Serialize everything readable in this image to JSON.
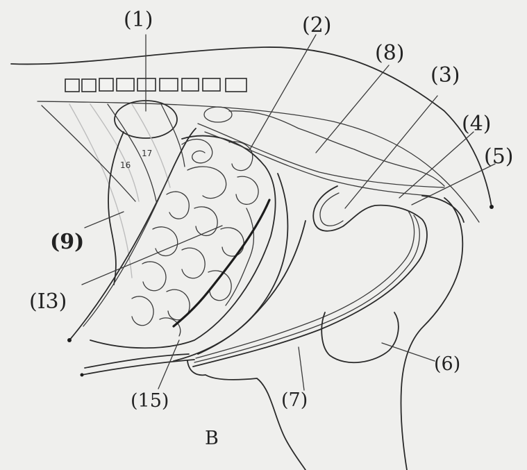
{
  "labels": {
    "l1": "(1)",
    "l2": "(2)",
    "l3": "(3)",
    "l4": "(4)",
    "l5": "(5)",
    "l6": "(6)",
    "l7": "(7)",
    "l8": "(8)",
    "l9": "(9)",
    "l13": "(I3)",
    "l15": "(15)",
    "l16": "16",
    "l17": "17"
  },
  "figure_letter": "B"
}
